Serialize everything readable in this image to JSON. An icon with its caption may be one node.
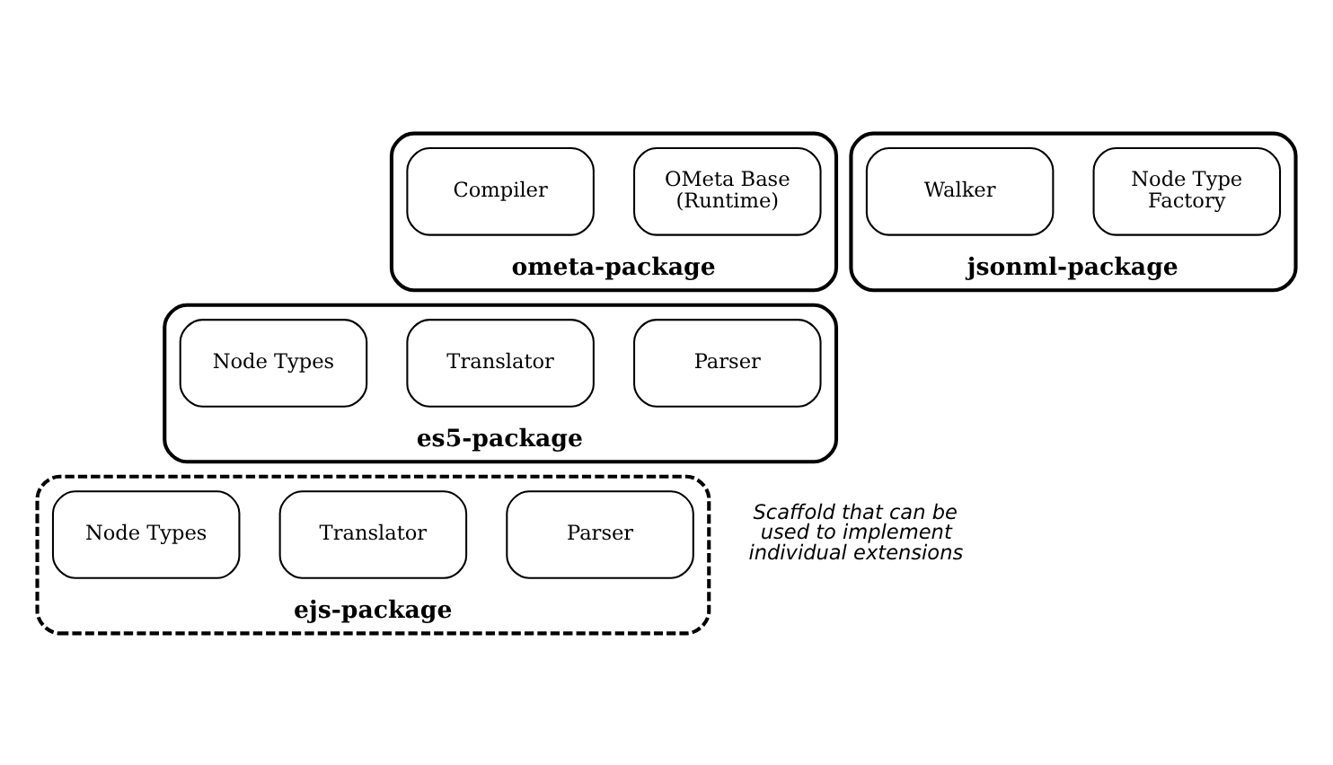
{
  "diagram": {
    "nodes": [
      {
        "text": [
          "ometa-package"
        ]
      },
      {
        "text": [
          "OMeta Base (Runtime)"
        ],
        "in": 0
      },
      {
        "text": [
          "Compiler"
        ],
        "in": 0
      },
      {
        "text": [
          "jsonml-package"
        ]
      },
      {
        "text": [
          "Node Type Factory"
        ],
        "in": 3
      },
      {
        "text": [
          "Walker"
        ],
        "in": 3
      },
      {
        "text": [
          "es5-package"
        ]
      },
      {
        "text": [
          "Parser"
        ],
        "in": 6
      },
      {
        "text": [
          "Translator"
        ],
        "in": 6
      },
      {
        "text": [
          "Node Types"
        ],
        "in": 6
      },
      {
        "text": [
          "ejs-package"
        ],
        "beside": [
          "Scaffold that can be used to implement individual extensions"
        ]
      },
      {
        "text": [
          "Parser"
        ],
        "in": 10
      },
      {
        "text": [
          "Translator"
        ],
        "in": 10
      },
      {
        "text": [
          "Node Types"
        ],
        "in": 10
      }
    ],
    "edges": []
  }
}
